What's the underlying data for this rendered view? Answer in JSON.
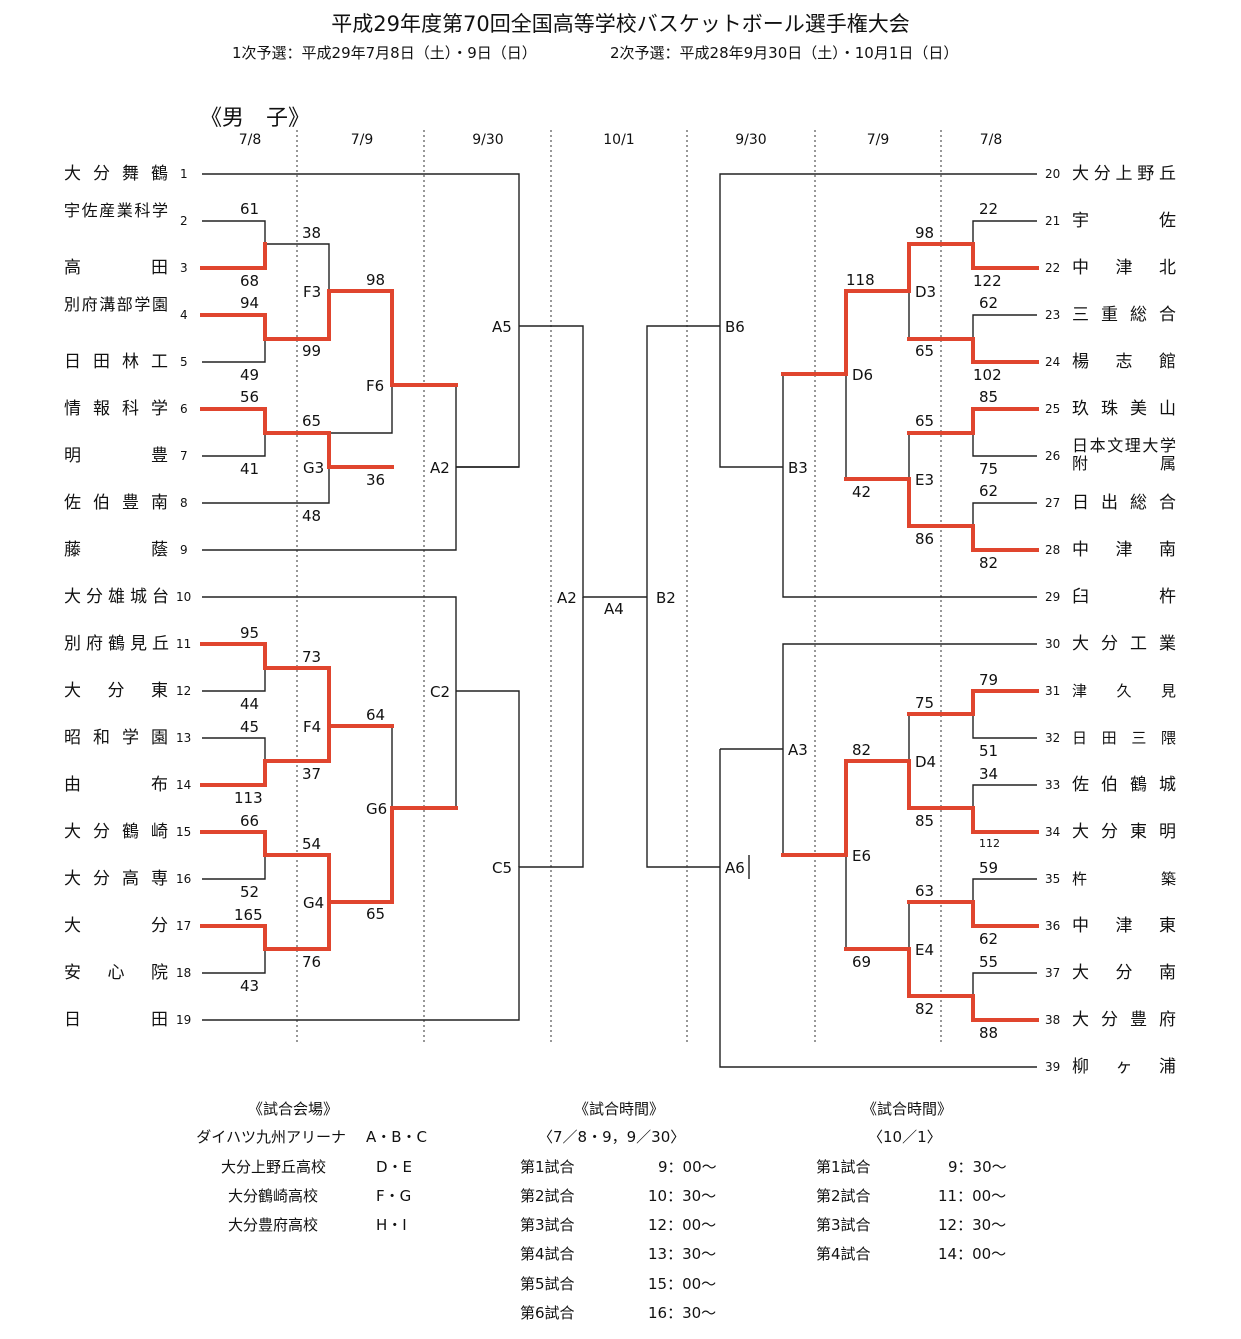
{
  "title": "平成29年度第70回全国高等学校バスケットボール選手権大会",
  "subtitle_1": "1次予選：平成29年7月8日（土）・9日（日）",
  "subtitle_2": "2次予選：平成28年9月30日（土）・10月1日（日）",
  "section": "《男　子》",
  "dates": [
    "7/8",
    "7/9",
    "9/30",
    "10/1",
    "9/30",
    "7/9",
    "7/8"
  ],
  "teams_left": [
    {
      "seed": "1",
      "name": "大分舞鶴"
    },
    {
      "seed": "2",
      "name": "宇佐産業科学"
    },
    {
      "seed": "3",
      "name": "高田"
    },
    {
      "seed": "4",
      "name": "別府溝部学園"
    },
    {
      "seed": "5",
      "name": "日田林工"
    },
    {
      "seed": "6",
      "name": "情報科学"
    },
    {
      "seed": "7",
      "name": "明豊"
    },
    {
      "seed": "8",
      "name": "佐伯豊南"
    },
    {
      "seed": "9",
      "name": "藤蔭"
    },
    {
      "seed": "10",
      "name": "大分雄城台"
    },
    {
      "seed": "11",
      "name": "別府鶴見丘"
    },
    {
      "seed": "12",
      "name": "大分東"
    },
    {
      "seed": "13",
      "name": "昭和学園"
    },
    {
      "seed": "14",
      "name": "由布"
    },
    {
      "seed": "15",
      "name": "大分鶴崎"
    },
    {
      "seed": "16",
      "name": "大分高専"
    },
    {
      "seed": "17",
      "name": "大分"
    },
    {
      "seed": "18",
      "name": "安心院"
    },
    {
      "seed": "19",
      "name": "日田"
    }
  ],
  "teams_right": [
    {
      "seed": "20",
      "name": "大分上野丘"
    },
    {
      "seed": "21",
      "name": "宇佐"
    },
    {
      "seed": "22",
      "name": "中津北"
    },
    {
      "seed": "23",
      "name": "三重総合"
    },
    {
      "seed": "24",
      "name": "楊志館"
    },
    {
      "seed": "25",
      "name": "玖珠美山"
    },
    {
      "seed": "26",
      "name": "日本文理大学附属"
    },
    {
      "seed": "27",
      "name": "日出総合"
    },
    {
      "seed": "28",
      "name": "中津南"
    },
    {
      "seed": "29",
      "name": "臼杵"
    },
    {
      "seed": "30",
      "name": "大分工業"
    },
    {
      "seed": "31",
      "name": "津久見"
    },
    {
      "seed": "32",
      "name": "日田三隈"
    },
    {
      "seed": "33",
      "name": "佐伯鶴城"
    },
    {
      "seed": "34",
      "name": "大分東明"
    },
    {
      "seed": "35",
      "name": "杵築"
    },
    {
      "seed": "36",
      "name": "中津東"
    },
    {
      "seed": "37",
      "name": "大分南"
    },
    {
      "seed": "38",
      "name": "大分豊府"
    },
    {
      "seed": "39",
      "name": "柳ヶ浦"
    }
  ],
  "scores_left": [
    "61",
    "68",
    "94",
    "49",
    "56",
    "41",
    "38",
    "99",
    "65",
    "48",
    "98",
    "36",
    "95",
    "44",
    "45",
    "113",
    "66",
    "52",
    "165",
    "43",
    "73",
    "37",
    "54",
    "76",
    "64",
    "65"
  ],
  "scores_right": [
    "22",
    "122",
    "62",
    "102",
    "85",
    "75",
    "62",
    "82",
    "98",
    "65",
    "65",
    "86",
    "118",
    "42",
    "79",
    "51",
    "34",
    "112",
    "59",
    "62",
    "55",
    "88",
    "75",
    "85",
    "63",
    "82",
    "82",
    "69"
  ],
  "match_labels_left": [
    "F3",
    "G3",
    "F6",
    "A5",
    "A2",
    "F4",
    "G4",
    "G6",
    "C2",
    "C5"
  ],
  "match_labels_right": [
    "D3",
    "E3",
    "D6",
    "B6",
    "B3",
    "D4",
    "E4",
    "E6",
    "A3",
    "A6"
  ],
  "match_labels_center": [
    "A2",
    "A4",
    "B2"
  ],
  "venues_heading": "《試合会場》",
  "venues": [
    {
      "name": "ダイハツ九州アリーナ",
      "courts": "A・B・C"
    },
    {
      "name": "大分上野丘高校",
      "courts": "D・E"
    },
    {
      "name": "大分鶴崎高校",
      "courts": "F・G"
    },
    {
      "name": "大分豊府高校",
      "courts": "H・I"
    }
  ],
  "times1_heading": "《試合時間》",
  "times1_sub": "〈7／8・9，9／30〉",
  "times1": [
    {
      "game": "第1試合",
      "time": "9：00〜"
    },
    {
      "game": "第2試合",
      "time": "10：30〜"
    },
    {
      "game": "第3試合",
      "time": "12：00〜"
    },
    {
      "game": "第4試合",
      "time": "13：30〜"
    },
    {
      "game": "第5試合",
      "time": "15：00〜"
    },
    {
      "game": "第6試合",
      "time": "16：30〜"
    }
  ],
  "times2_heading": "《試合時間》",
  "times2_sub": "〈10／1〉",
  "times2": [
    {
      "game": "第1試合",
      "time": "9：30〜"
    },
    {
      "game": "第2試合",
      "time": "11：00〜"
    },
    {
      "game": "第3試合",
      "time": "12：30〜"
    },
    {
      "game": "第4試合",
      "time": "14：00〜"
    }
  ],
  "colors": {
    "winner_line": "#e0452e",
    "line": "#222222"
  }
}
